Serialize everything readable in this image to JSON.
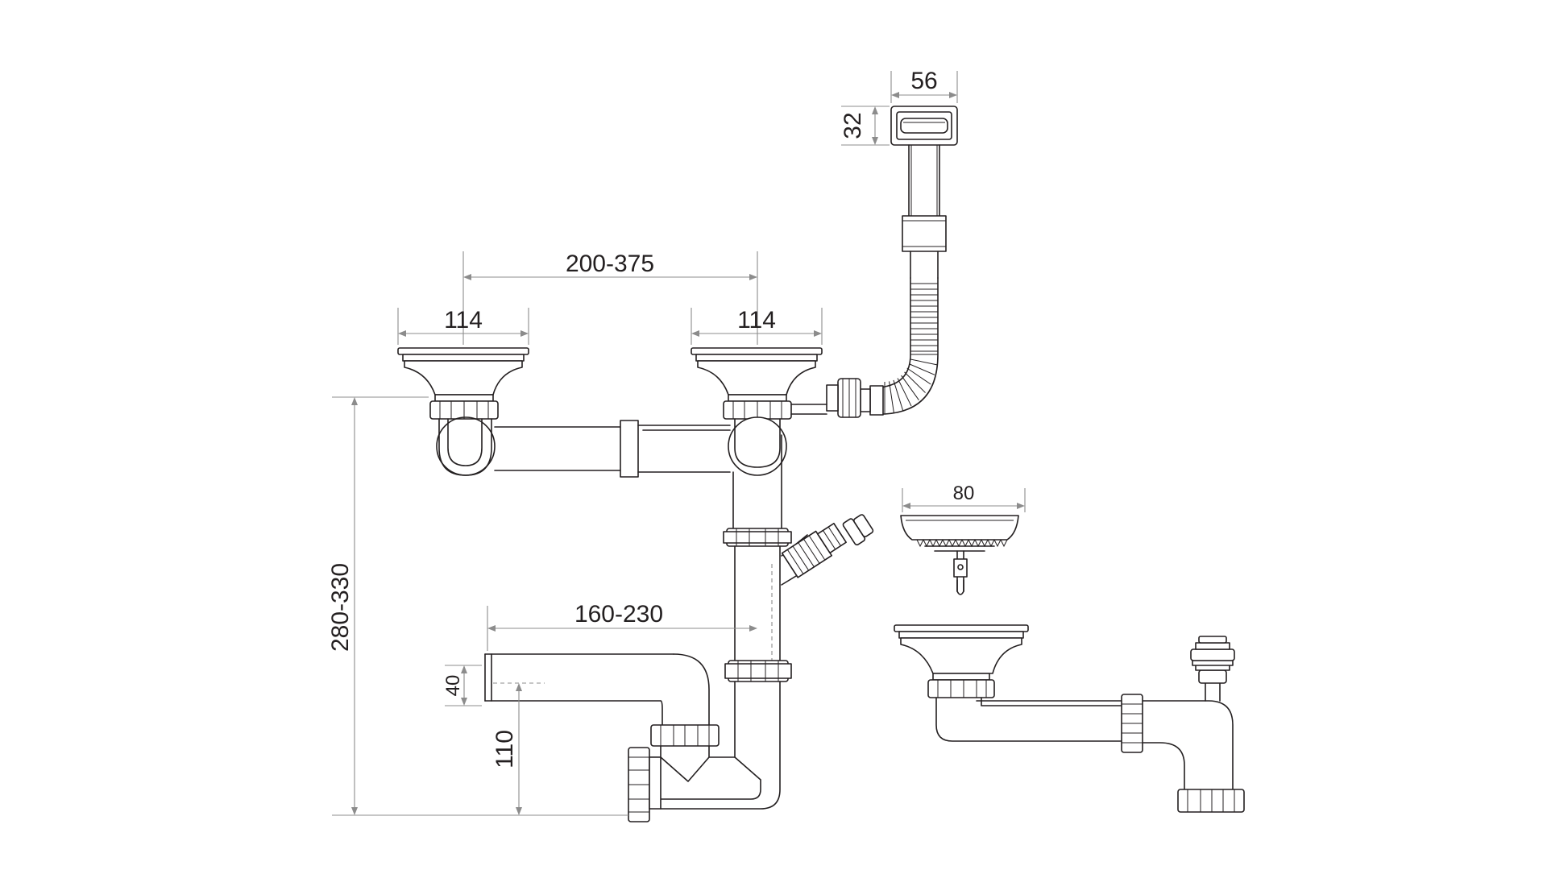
{
  "dimensions": {
    "overflow_width": "56",
    "overflow_height": "32",
    "strainer_spacing": "200-375",
    "strainer_left_diameter": "114",
    "strainer_right_diameter": "114",
    "basket_diameter": "80",
    "outlet_reach": "160-230",
    "outlet_pipe_diameter": "40",
    "outlet_height": "110",
    "total_height": "280-330"
  },
  "colors": {
    "line": "#231f20",
    "dimension_line": "#8c8c8c",
    "background": "#ffffff"
  }
}
